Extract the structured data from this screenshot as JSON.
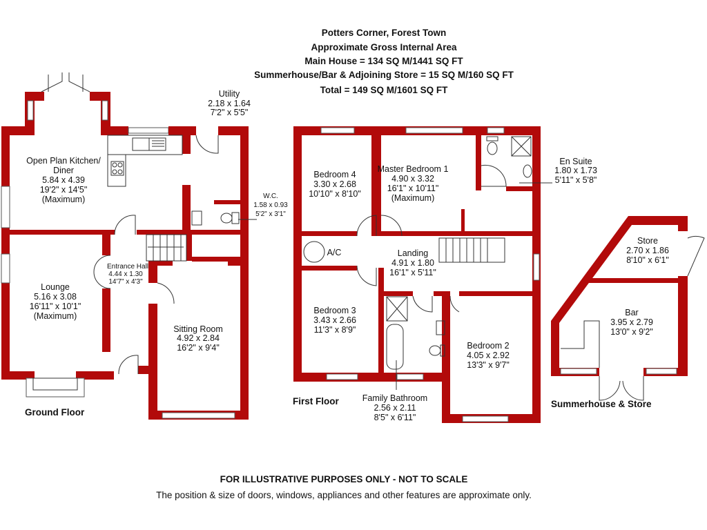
{
  "header": {
    "address": "Potters Corner, Forest Town",
    "subtitle": "Approximate Gross Internal Area",
    "main_house": "Main House = 134 SQ M/1441 SQ FT",
    "summerhouse": "Summerhouse/Bar & Adjoining Store = 15 SQ M/160 SQ FT",
    "total": "Total = 149 SQ M/1601 SQ FT"
  },
  "floors": {
    "ground": "Ground Floor",
    "first": "First Floor",
    "summerhouse": "Summerhouse & Store"
  },
  "rooms": {
    "kitchen": {
      "name1": "Open Plan Kitchen/",
      "name2": "Diner",
      "metric": "5.84 x 4.39",
      "imperial": "19'2\" x 14'5\"",
      "note": "(Maximum)"
    },
    "utility": {
      "name": "Utility",
      "metric": "2.18 x 1.64",
      "imperial": "7'2\" x 5'5\""
    },
    "wc": {
      "name": "W.C.",
      "metric": "1.58 x 0.93",
      "imperial": "5'2\" x 3'1\""
    },
    "hall": {
      "name": "Entrance Hall",
      "metric": "4.44 x 1.30",
      "imperial": "14'7\" x 4'3\""
    },
    "lounge": {
      "name": "Lounge",
      "metric": "5.16 x 3.08",
      "imperial": "16'11\" x 10'1\"",
      "note": "(Maximum)"
    },
    "sitting": {
      "name": "Sitting Room",
      "metric": "4.92 x 2.84",
      "imperial": "16'2\" x 9'4\""
    },
    "bedroom4": {
      "name": "Bedroom 4",
      "metric": "3.30 x 2.68",
      "imperial": "10'10\" x 8'10\""
    },
    "master": {
      "name": "Master Bedroom 1",
      "metric": "4.90 x 3.32",
      "imperial": "16'1\" x 10'11\"",
      "note": "(Maximum)"
    },
    "ensuite": {
      "name": "En Suite",
      "metric": "1.80 x 1.73",
      "imperial": "5'11\" x 5'8\""
    },
    "ac": {
      "name": "A/C"
    },
    "landing": {
      "name": "Landing",
      "metric": "4.91 x 1.80",
      "imperial": "16'1\" x 5'11\""
    },
    "bedroom3": {
      "name": "Bedroom 3",
      "metric": "3.43 x 2.66",
      "imperial": "11'3\" x 8'9\""
    },
    "bedroom2": {
      "name": "Bedroom 2",
      "metric": "4.05 x 2.92",
      "imperial": "13'3\" x 9'7\""
    },
    "bathroom": {
      "name": "Family Bathroom",
      "metric": "2.56 x 2.11",
      "imperial": "8'5\" x 6'11\""
    },
    "store": {
      "name": "Store",
      "metric": "2.70 x 1.86",
      "imperial": "8'10\" x 6'1\""
    },
    "bar": {
      "name": "Bar",
      "metric": "3.95 x 2.79",
      "imperial": "13'0\" x 9'2\""
    }
  },
  "footer": {
    "disclaimer": "FOR ILLUSTRATIVE PURPOSES ONLY - NOT TO SCALE",
    "note": "The position & size of doors, windows, appliances and other features are approximate only."
  },
  "colors": {
    "wall": "#b20a0a"
  }
}
